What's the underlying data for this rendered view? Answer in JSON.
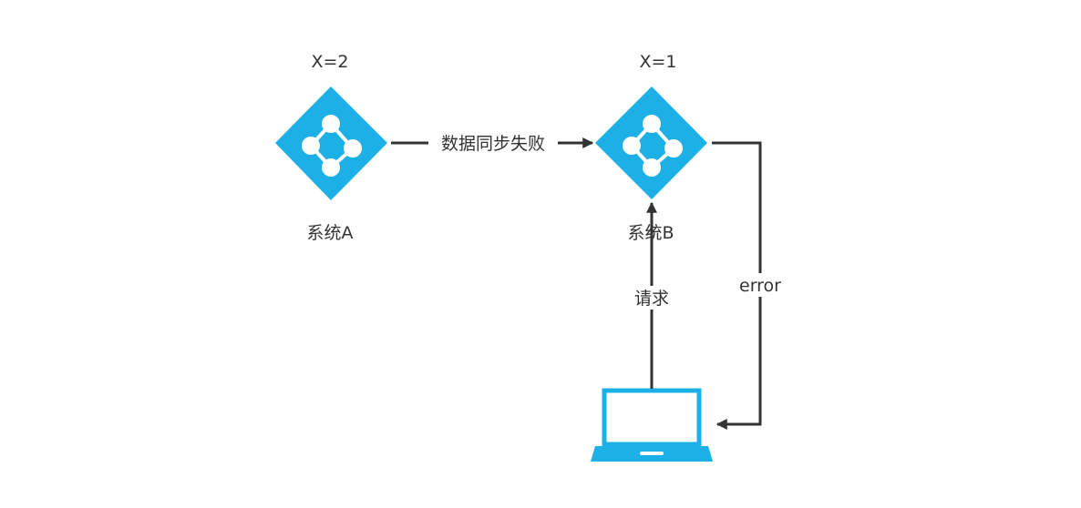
{
  "nodes": {
    "system_a": {
      "value_label": "X=2",
      "name": "系统A"
    },
    "system_b": {
      "value_label": "X=1",
      "name": "系统B"
    },
    "client": {
      "icon": "laptop-icon"
    }
  },
  "edges": {
    "sync": {
      "label": "数据同步失败"
    },
    "request": {
      "label": "请求"
    },
    "error": {
      "label": "error"
    }
  },
  "colors": {
    "node_fill": "#1CB0E6",
    "edge": "#333333",
    "text": "#333333"
  }
}
